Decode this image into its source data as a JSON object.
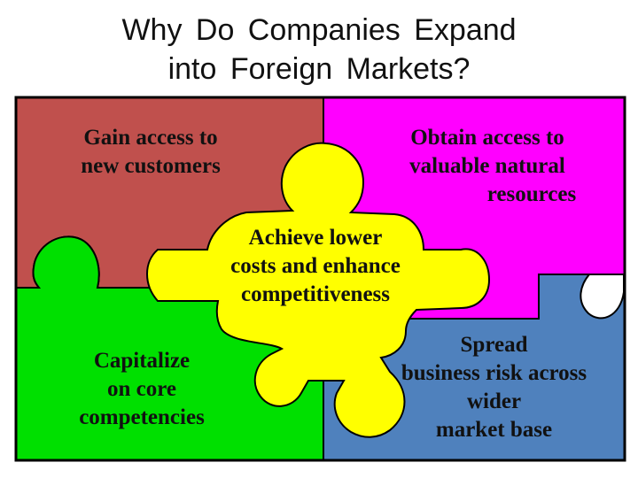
{
  "title": {
    "line1": "Why  Do  Companies  Expand",
    "line2": "into  Foreign  Markets?"
  },
  "pieces": {
    "top_left": {
      "lines": [
        "Gain access to",
        "new customers"
      ],
      "color": "#c0504d"
    },
    "top_right": {
      "lines": [
        "Obtain access to",
        "valuable natural",
        "resources"
      ],
      "color": "#ff00ff"
    },
    "center": {
      "lines": [
        "Achieve lower",
        "costs and enhance",
        "competitiveness"
      ],
      "color": "#ffff00"
    },
    "bottom_left": {
      "lines": [
        "Capitalize",
        "on core",
        "competencies"
      ],
      "color": "#00e000"
    },
    "bottom_right": {
      "lines": [
        "Spread",
        "business risk across",
        "wider",
        "market base"
      ],
      "color": "#4f81bd"
    }
  }
}
